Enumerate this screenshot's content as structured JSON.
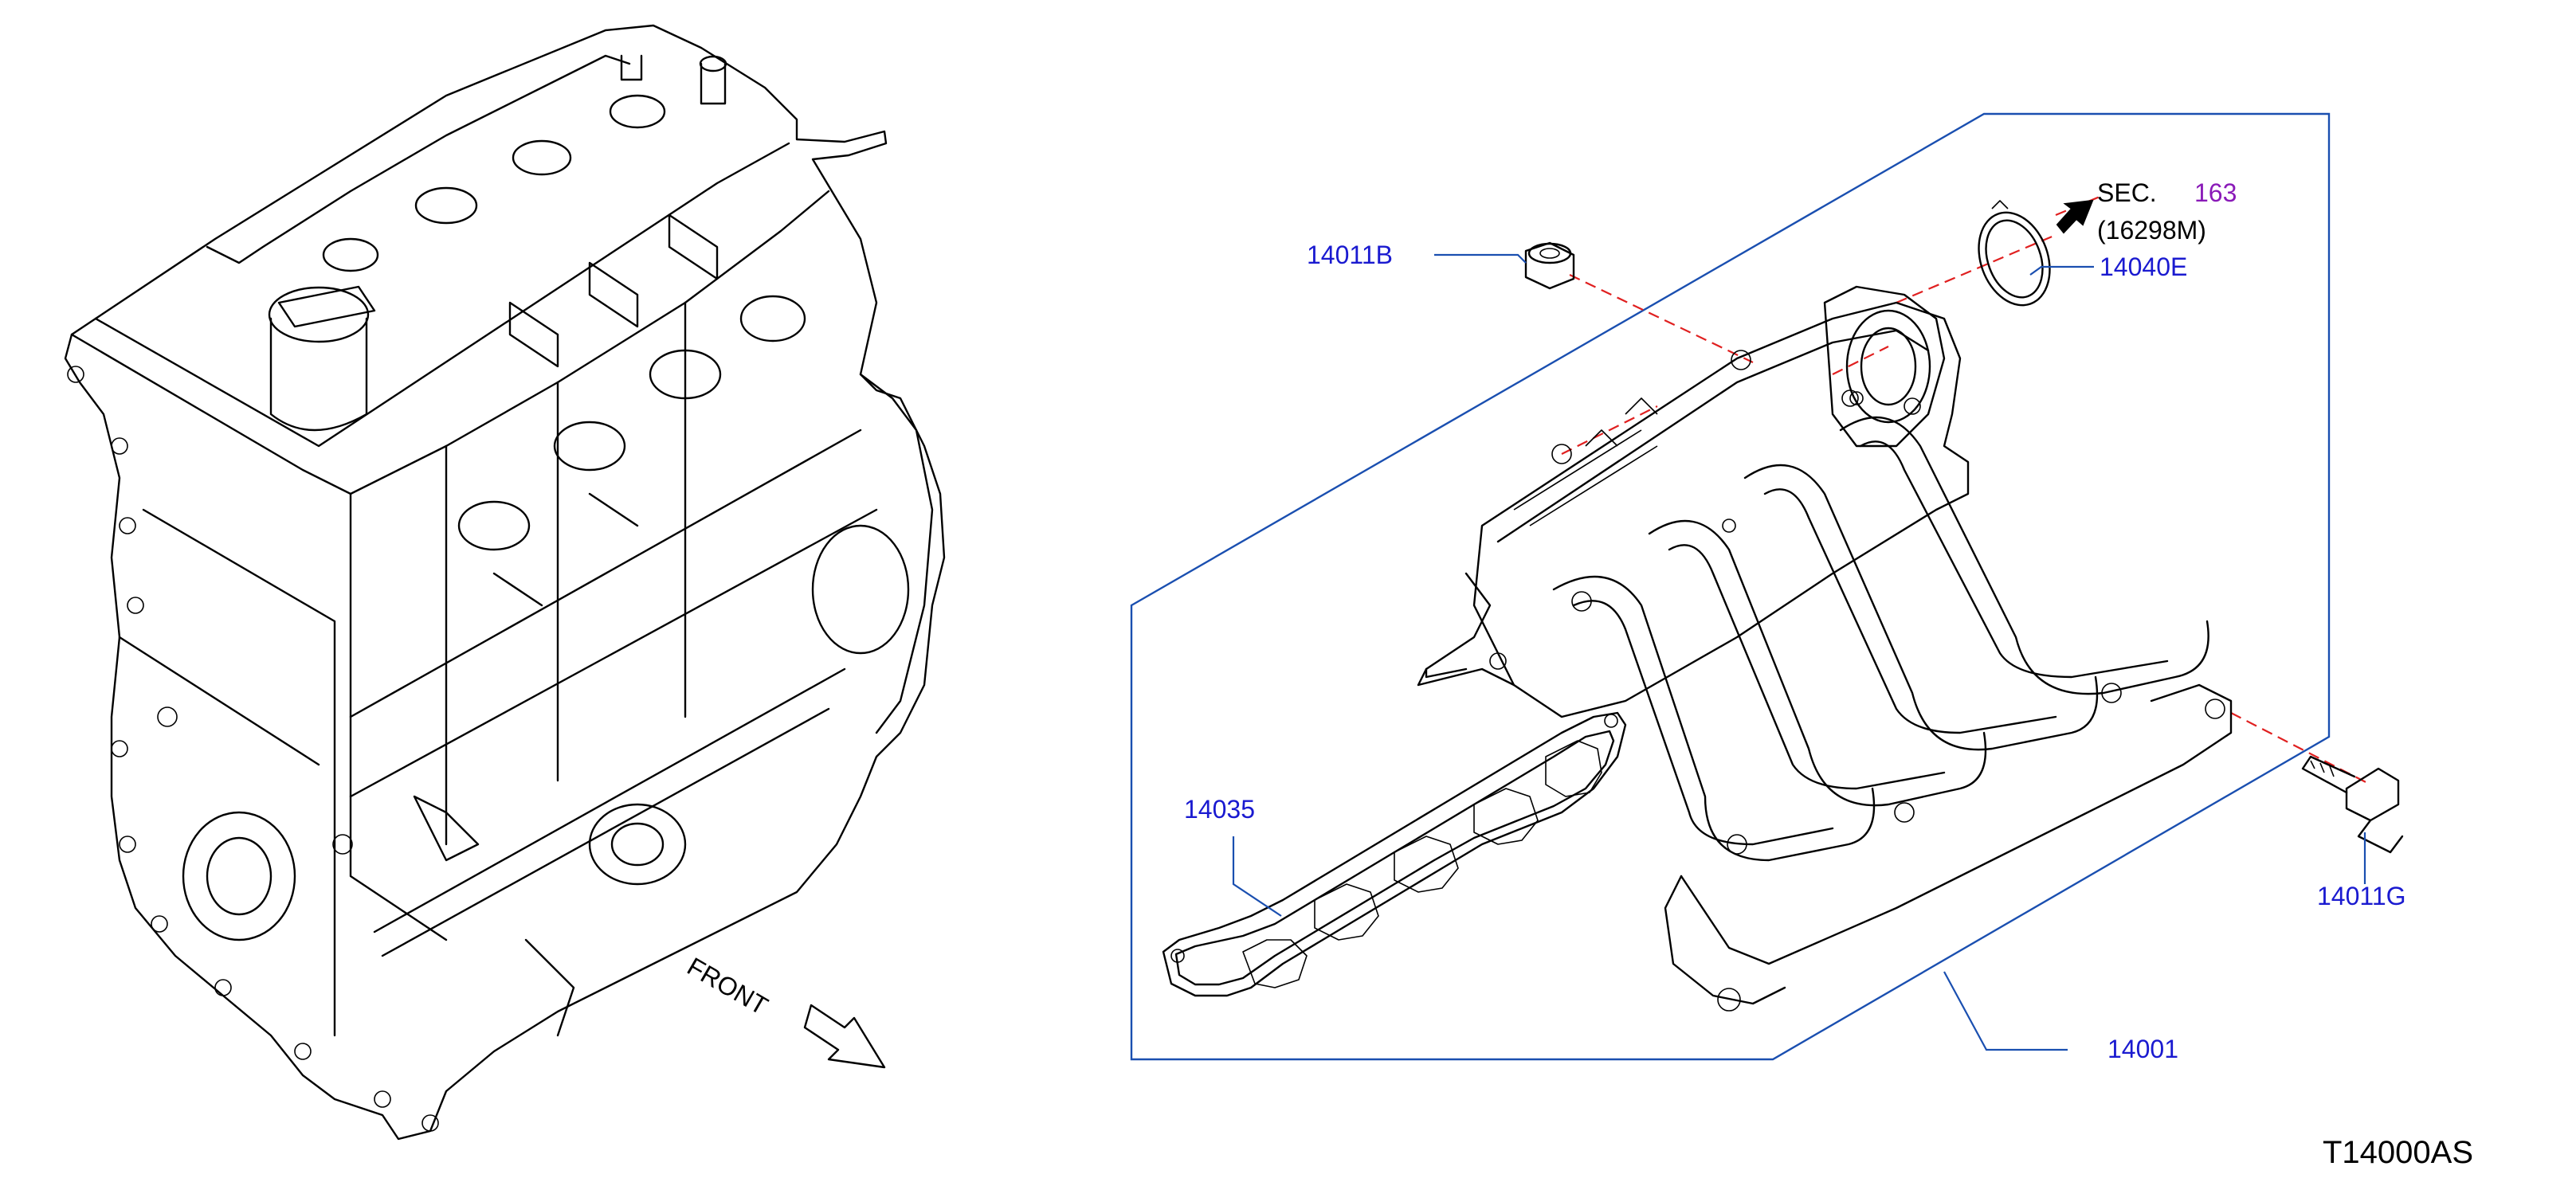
{
  "callouts": {
    "part_14011b": "14011B",
    "part_14040e": "14040E",
    "part_14035": "14035",
    "part_14011g": "14011G",
    "part_14001": "14001",
    "sec_prefix": "SEC.",
    "sec_number": "163",
    "sec_ref": "(16298M)"
  },
  "direction_label": "FRONT",
  "figure_code": "T14000AS",
  "colors": {
    "part_label": "#1a1ad0",
    "leader_frame": "#1a4fb0",
    "section_number": "#8a1ab8",
    "centerline": "#e02020"
  },
  "icons": {
    "front_arrow": "hollow-diagonal-arrow-icon",
    "sec_arrow": "solid-arrow-icon"
  }
}
